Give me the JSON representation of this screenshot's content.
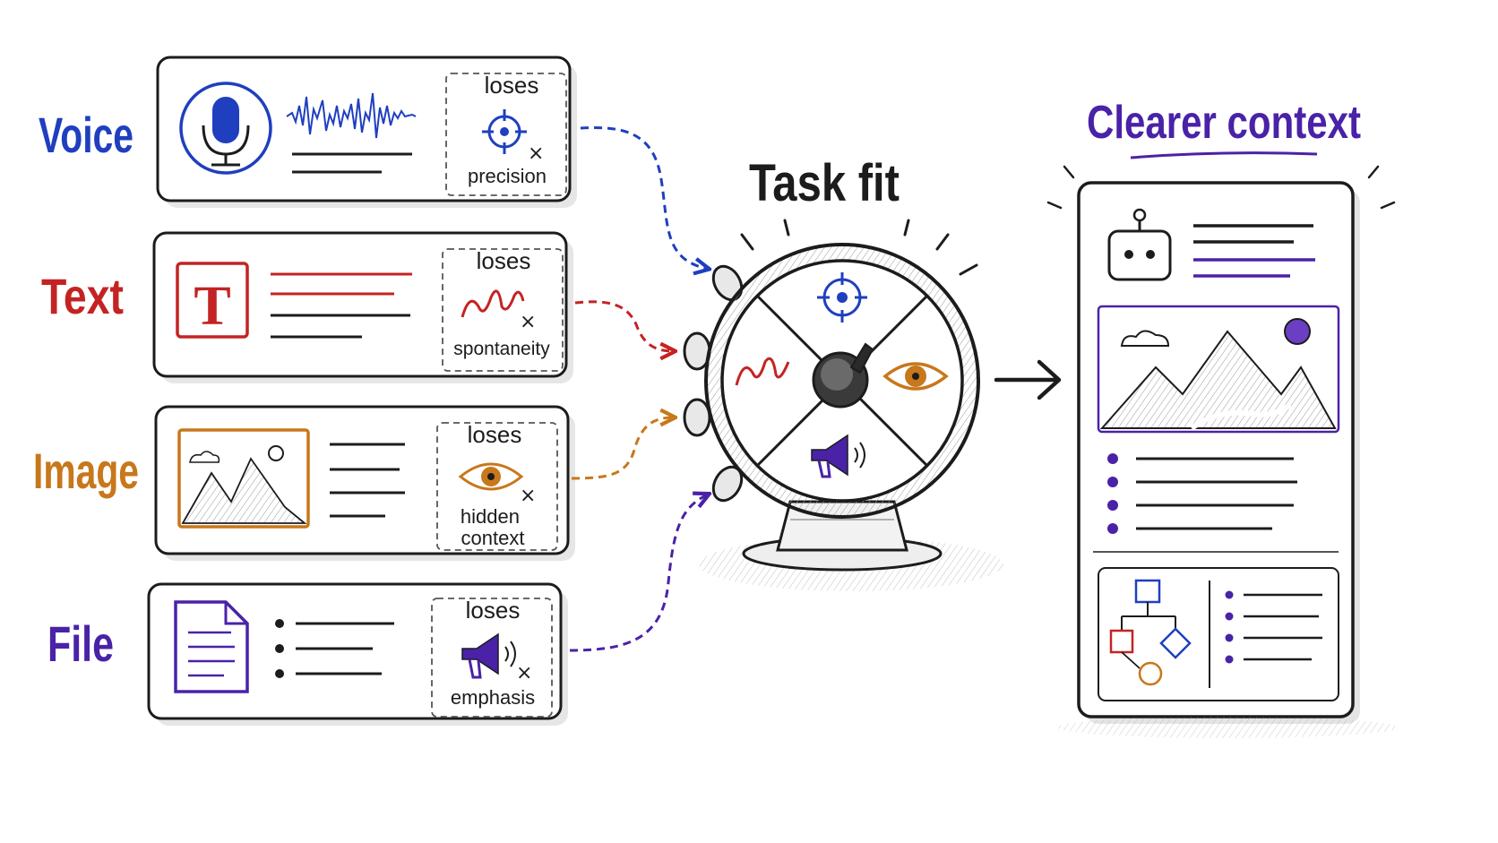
{
  "colors": {
    "ink": "#1c1c1c",
    "voice": "#1f3fbf",
    "text": "#c42323",
    "image": "#c8771b",
    "file": "#4a22a8",
    "purple": "#4a22a8",
    "shadow": "#d9d9d9"
  },
  "modes": [
    {
      "key": "voice",
      "label": "Voice",
      "loses_word": "loses",
      "loss": "precision",
      "icon": "microphone-icon",
      "loss_icon": "crosshair-icon"
    },
    {
      "key": "text",
      "label": "Text",
      "loses_word": "loses",
      "loss": "spontaneity",
      "icon": "letter-t-icon",
      "loss_icon": "squiggle-icon"
    },
    {
      "key": "image",
      "label": "Image",
      "loses_word": "loses",
      "loss": "hidden context",
      "icon": "landscape-photo-icon",
      "loss_icon": "eye-icon"
    },
    {
      "key": "file",
      "label": "File",
      "loses_word": "loses",
      "loss": "emphasis",
      "icon": "document-icon",
      "loss_icon": "megaphone-icon"
    }
  ],
  "dial": {
    "title": "Task fit",
    "segments": [
      "crosshair-icon",
      "eye-icon",
      "megaphone-icon",
      "squiggle-icon"
    ]
  },
  "output": {
    "title": "Clearer context",
    "icons": [
      "robot-icon",
      "landscape-photo-icon",
      "flowchart-icon"
    ]
  }
}
